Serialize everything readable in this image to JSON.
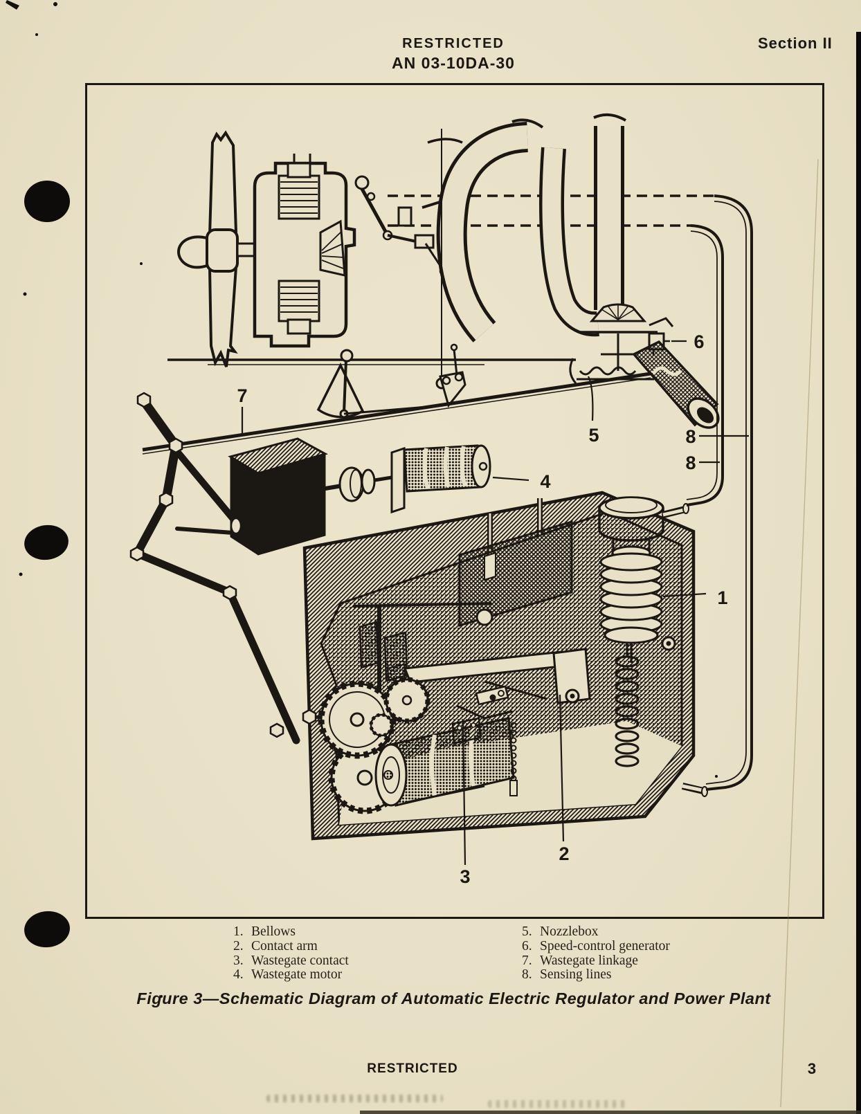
{
  "header": {
    "restricted": "RESTRICTED",
    "doc_number": "AN 03-10DA-30",
    "section": "Section II"
  },
  "figure": {
    "caption": "Figure 3—Schematic Diagram of Automatic Electric Regulator and Power Plant",
    "callouts": [
      "1",
      "2",
      "3",
      "4",
      "5",
      "6",
      "7",
      "8",
      "8"
    ]
  },
  "legend": {
    "items": [
      {
        "num": "1.",
        "label": "Bellows"
      },
      {
        "num": "2.",
        "label": "Contact arm"
      },
      {
        "num": "3.",
        "label": "Wastegate contact"
      },
      {
        "num": "4.",
        "label": "Wastegate motor"
      },
      {
        "num": "5.",
        "label": "Nozzlebox"
      },
      {
        "num": "6.",
        "label": "Speed-control generator"
      },
      {
        "num": "7.",
        "label": "Wastegate linkage"
      },
      {
        "num": "8.",
        "label": "Sensing lines"
      }
    ]
  },
  "footer": {
    "restricted": "RESTRICTED",
    "page_number": "3"
  },
  "colors": {
    "paper": "#e9e1c7",
    "ink": "#1b1713"
  }
}
